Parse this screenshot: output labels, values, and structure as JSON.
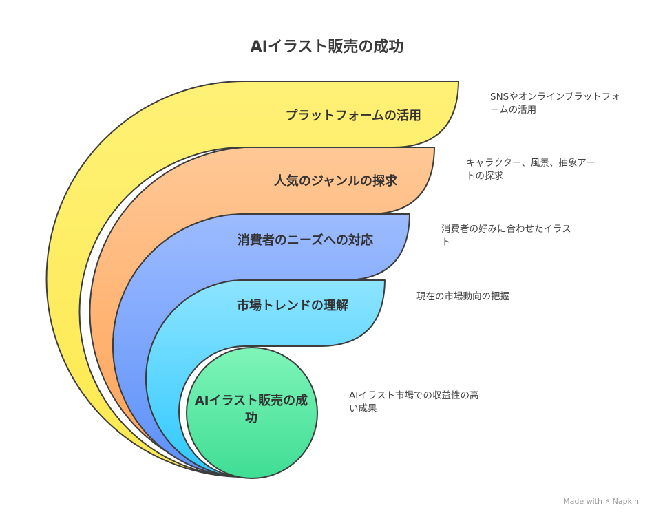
{
  "title": "AIイラスト販売の成功",
  "layers": [
    {
      "label": "プラットフォームの活用",
      "desc": "SNSやオンラインプラットフォームの活用"
    },
    {
      "label": "人気のジャンルの探求",
      "desc": "キャラクター、風景、抽象アートの探求"
    },
    {
      "label": "消費者のニーズへの対応",
      "desc": "消費者の好みに合わせたイラスト"
    },
    {
      "label": "市場トレンドの理解",
      "desc": "現在の市場動向の把握"
    }
  ],
  "core": {
    "label": "AIイラスト販売の成功",
    "desc": "AIイラスト市場での収益性の高い成果"
  },
  "brand": "Made with ⚡ Napkin",
  "colors": {
    "layer1": [
      "#fff176",
      "#fde94f"
    ],
    "layer2": [
      "#ffc896",
      "#ffa154"
    ],
    "layer3": [
      "#9dbcff",
      "#5b8ff9"
    ],
    "layer4": [
      "#8de4ff",
      "#2ec8ff"
    ],
    "core": [
      "#7ff5b8",
      "#3fdd95"
    ],
    "stroke": "#3d3d3d"
  }
}
